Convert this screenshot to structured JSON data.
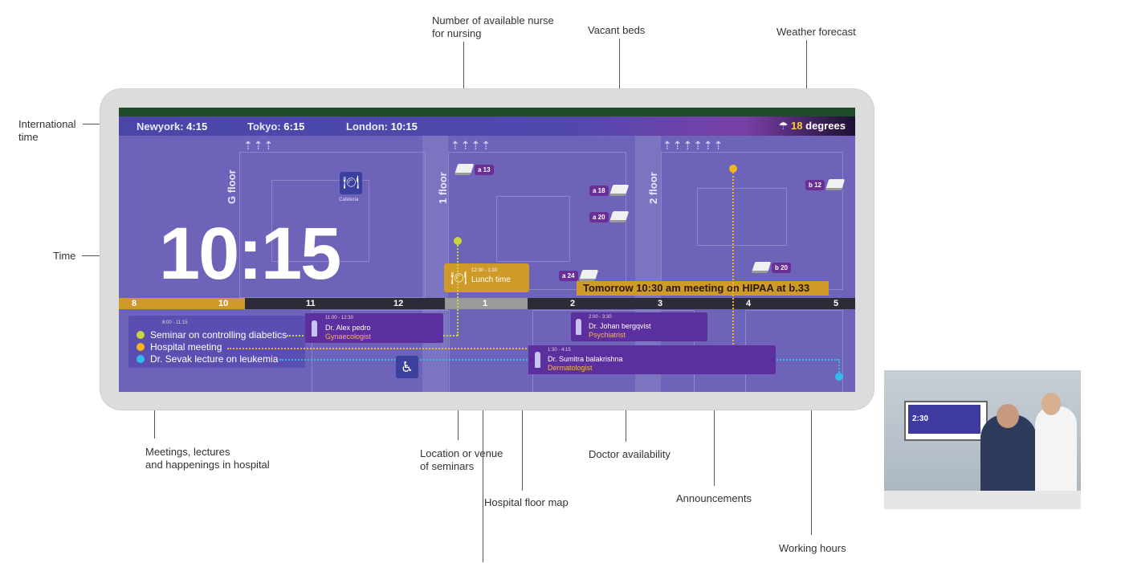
{
  "callouts": {
    "international_time": "International\ntime",
    "time": "Time",
    "nurses": "Number of available nurse\nfor nursing",
    "vacant_beds": "Vacant beds",
    "weather": "Weather forecast",
    "meetings": "Meetings, lectures\nand happenings in hospital",
    "location": "Location or venue\nof seminars",
    "floor_map": "Hospital floor map",
    "doctor_availability": "Doctor availability",
    "announcements": "Announcements",
    "working_hours": "Working hours"
  },
  "clocks": [
    {
      "city": "Newyork:",
      "time": "4:15"
    },
    {
      "city": "Tokyo:",
      "time": "6:15"
    },
    {
      "city": "London:",
      "time": "10:15"
    }
  ],
  "weather": {
    "value": "18",
    "unit": "degrees",
    "icon": "rain-cloud-icon"
  },
  "floors": [
    "G floor",
    "1 floor",
    "2 floor"
  ],
  "cafeteria": "Cafeteria",
  "big_time": "10:15",
  "beds": [
    "a 13",
    "a 18",
    "a 20",
    "a 24",
    "b 12",
    "b 20"
  ],
  "lunch": {
    "time": "12:30 - 1:30",
    "label": "Lunch time"
  },
  "announcement": "Tomorrow 10:30 am meeting on HIPAA at b.33",
  "timeline": [
    "8",
    "10",
    "11",
    "12",
    "1",
    "2",
    "3",
    "4",
    "5"
  ],
  "events": {
    "time": "8:00 - 11:15",
    "items": [
      {
        "label": "Seminar on controlling diabetics",
        "color": "#c8d63a"
      },
      {
        "label": "Hospital meeting",
        "color": "#f2b51e"
      },
      {
        "label": "Dr. Sevak lecture on leukemia",
        "color": "#35b8f0"
      }
    ]
  },
  "doctors": [
    {
      "time": "11:00 - 12:30",
      "name": "Dr. Alex pedro",
      "role": "Gynaecologist"
    },
    {
      "time": "2:00 - 3:30",
      "name": "Dr. Johan bergqvist",
      "role": "Psychiatrist"
    },
    {
      "time": "1:30 - 4:15",
      "name": "Dr. Sumitra balakrishna",
      "role": "Dermatologist"
    }
  ],
  "photo_screen_time": "2:30",
  "colors": {
    "accent": "#d09a28",
    "screen": "#6d63b8",
    "panel": "#5c2f9e"
  }
}
